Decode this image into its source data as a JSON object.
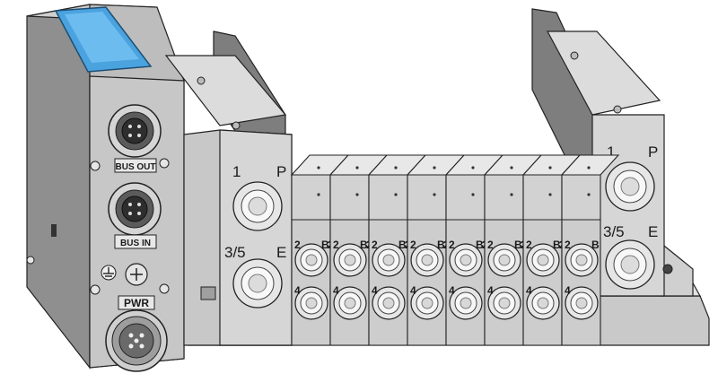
{
  "bus_module": {
    "connector_labels": {
      "bus_out": "BUS OUT",
      "bus_in": "BUS IN",
      "power": "PWR"
    }
  },
  "end_plate_left": {
    "port_labels": {
      "top_left": "1",
      "top_right": "P",
      "bottom_left": "3/5",
      "bottom_right": "E"
    }
  },
  "end_plate_right": {
    "port_labels": {
      "top_left": "1",
      "top_right": "P",
      "bottom_left": "3/5",
      "bottom_right": "E"
    }
  },
  "valve_stations": [
    {
      "port_a": "2",
      "port_b": "B",
      "port_b_num": "2",
      "port_lower": "4"
    },
    {
      "port_a": "2",
      "port_b": "B",
      "port_b_num": "2",
      "port_lower": "4"
    },
    {
      "port_a": "2",
      "port_b": "B",
      "port_b_num": "2",
      "port_lower": "4"
    },
    {
      "port_a": "2",
      "port_b": "B",
      "port_b_num": "2",
      "port_lower": "4"
    },
    {
      "port_a": "2",
      "port_b": "B",
      "port_b_num": "2",
      "port_lower": "4"
    },
    {
      "port_a": "2",
      "port_b": "B",
      "port_b_num": "2",
      "port_lower": "4"
    },
    {
      "port_a": "2",
      "port_b": "B",
      "port_b_num": "2",
      "port_lower": "4"
    },
    {
      "port_a": "2",
      "port_b": "B",
      "port_b_num": "",
      "port_lower": "4"
    }
  ],
  "colors": {
    "display_window": "#4aa3df",
    "body_dark": "#9a9a9a",
    "body_light": "#d9d9d9",
    "fitting": "#f2f2f2"
  }
}
